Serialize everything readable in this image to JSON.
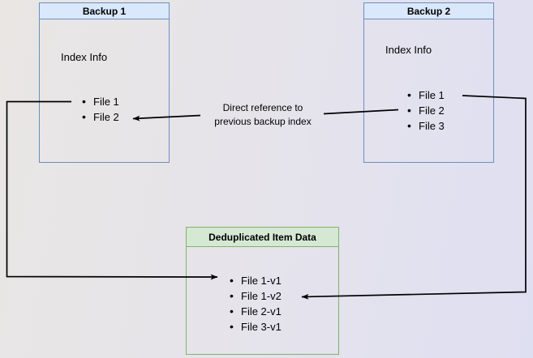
{
  "boxes": {
    "backup1": {
      "title": "Backup 1",
      "heading": "Index Info",
      "items": [
        "File 1",
        "File 2"
      ],
      "header_fill": "#dae8fc",
      "border_color": "#6c8ebf"
    },
    "backup2": {
      "title": "Backup 2",
      "heading": "Index Info",
      "items": [
        "File 1",
        "File 2",
        "File 3"
      ],
      "header_fill": "#dae8fc",
      "border_color": "#6c8ebf"
    },
    "dedup": {
      "title": "Deduplicated Item Data",
      "items": [
        "File 1-v1",
        "File 1-v2",
        "File 2-v1",
        "File 3-v1"
      ],
      "header_fill": "#d5e8d4",
      "border_color": "#82b366"
    }
  },
  "edge_label": {
    "line1": "Direct reference to",
    "line2": "previous backup index"
  },
  "colors": {
    "edge_stroke": "#000000",
    "background_left": "#e9e6e4",
    "background_right": "#dfdff2"
  }
}
